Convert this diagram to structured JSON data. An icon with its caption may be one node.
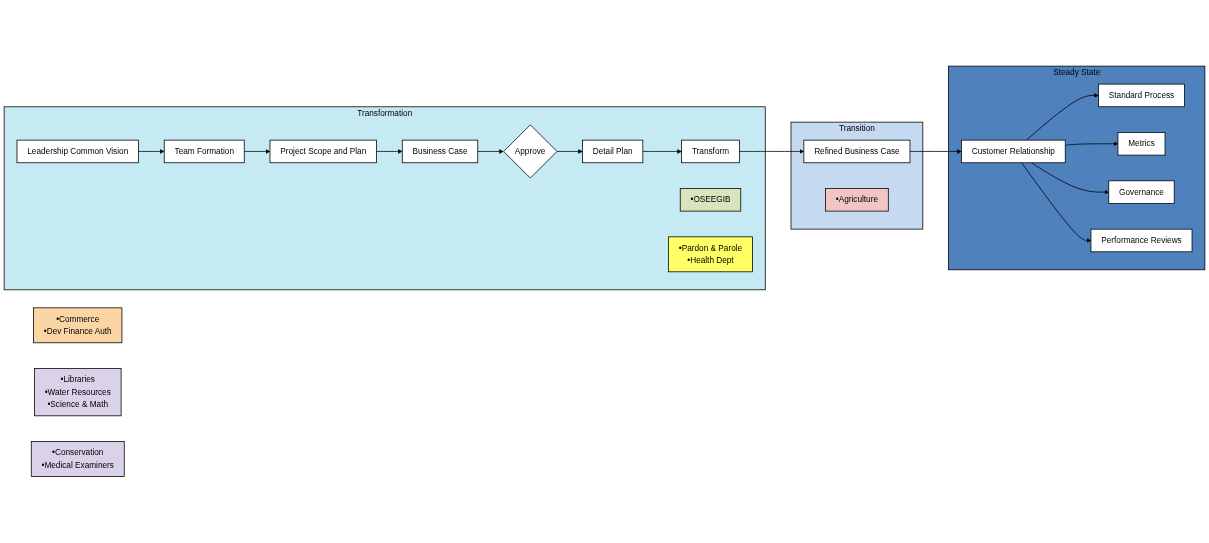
{
  "diagram": {
    "nodes": [
      {
        "text": [
          "Transformation"
        ]
      },
      {
        "text": [
          "•Commerce",
          "•Dev Finance Auth"
        ]
      },
      {
        "text": [
          "•Libraries",
          "•Water Resources",
          "•Science & Math"
        ]
      },
      {
        "text": [
          "•Conservation",
          "•Medical Examiners"
        ]
      },
      {
        "text": [
          "Leadership Common Vision"
        ],
        "in": 0
      },
      {
        "text": [
          "Team Formation"
        ],
        "in": 0
      },
      {
        "text": [
          "Project Scope and Plan"
        ],
        "in": 0
      },
      {
        "text": [
          "Business Case"
        ],
        "in": 0
      },
      {
        "text": [
          "Approve"
        ],
        "in": 0
      },
      {
        "text": [
          "Steady State"
        ]
      },
      {
        "text": [
          "Standard Process"
        ],
        "in": 9
      },
      {
        "text": [
          "Metrics"
        ],
        "in": 9
      },
      {
        "text": [
          "Governance"
        ],
        "in": 9
      },
      {
        "text": [
          "Performance Reviews"
        ],
        "in": 9
      },
      {
        "text": [
          "Customer Relationship"
        ],
        "in": 9
      },
      {
        "text": [
          "Transition"
        ]
      },
      {
        "text": [
          "Refined Business Case"
        ],
        "in": 15
      },
      {
        "text": [
          "•Agriculture"
        ],
        "in": 15
      },
      {
        "text": [
          "Transform"
        ],
        "in": 0
      },
      {
        "text": [
          "•OSEEGIB"
        ],
        "in": 0
      },
      {
        "text": [
          "Detail Plan"
        ],
        "in": 0
      },
      {
        "text": [
          "•Pardon & Parole",
          "•Health Dept"
        ],
        "in": 0
      }
    ],
    "edges": [
      {
        "from": 4,
        "to": 5,
        "arrow": "to"
      },
      {
        "from": 5,
        "to": 6,
        "arrow": "to"
      },
      {
        "from": 6,
        "to": 7,
        "arrow": "to"
      },
      {
        "from": 7,
        "to": 8,
        "arrow": "to"
      },
      {
        "from": 8,
        "to": 20,
        "arrow": "to"
      },
      {
        "from": 20,
        "to": 18,
        "arrow": "to"
      },
      {
        "from": 18,
        "to": 16,
        "arrow": "to"
      },
      {
        "from": 16,
        "to": 14,
        "arrow": "to"
      },
      {
        "from": 14,
        "to": 10,
        "arrow": "to"
      },
      {
        "from": 14,
        "to": 11,
        "arrow": "to"
      },
      {
        "from": 14,
        "to": 12,
        "arrow": "to"
      },
      {
        "from": 14,
        "to": 13,
        "arrow": "to"
      }
    ]
  }
}
